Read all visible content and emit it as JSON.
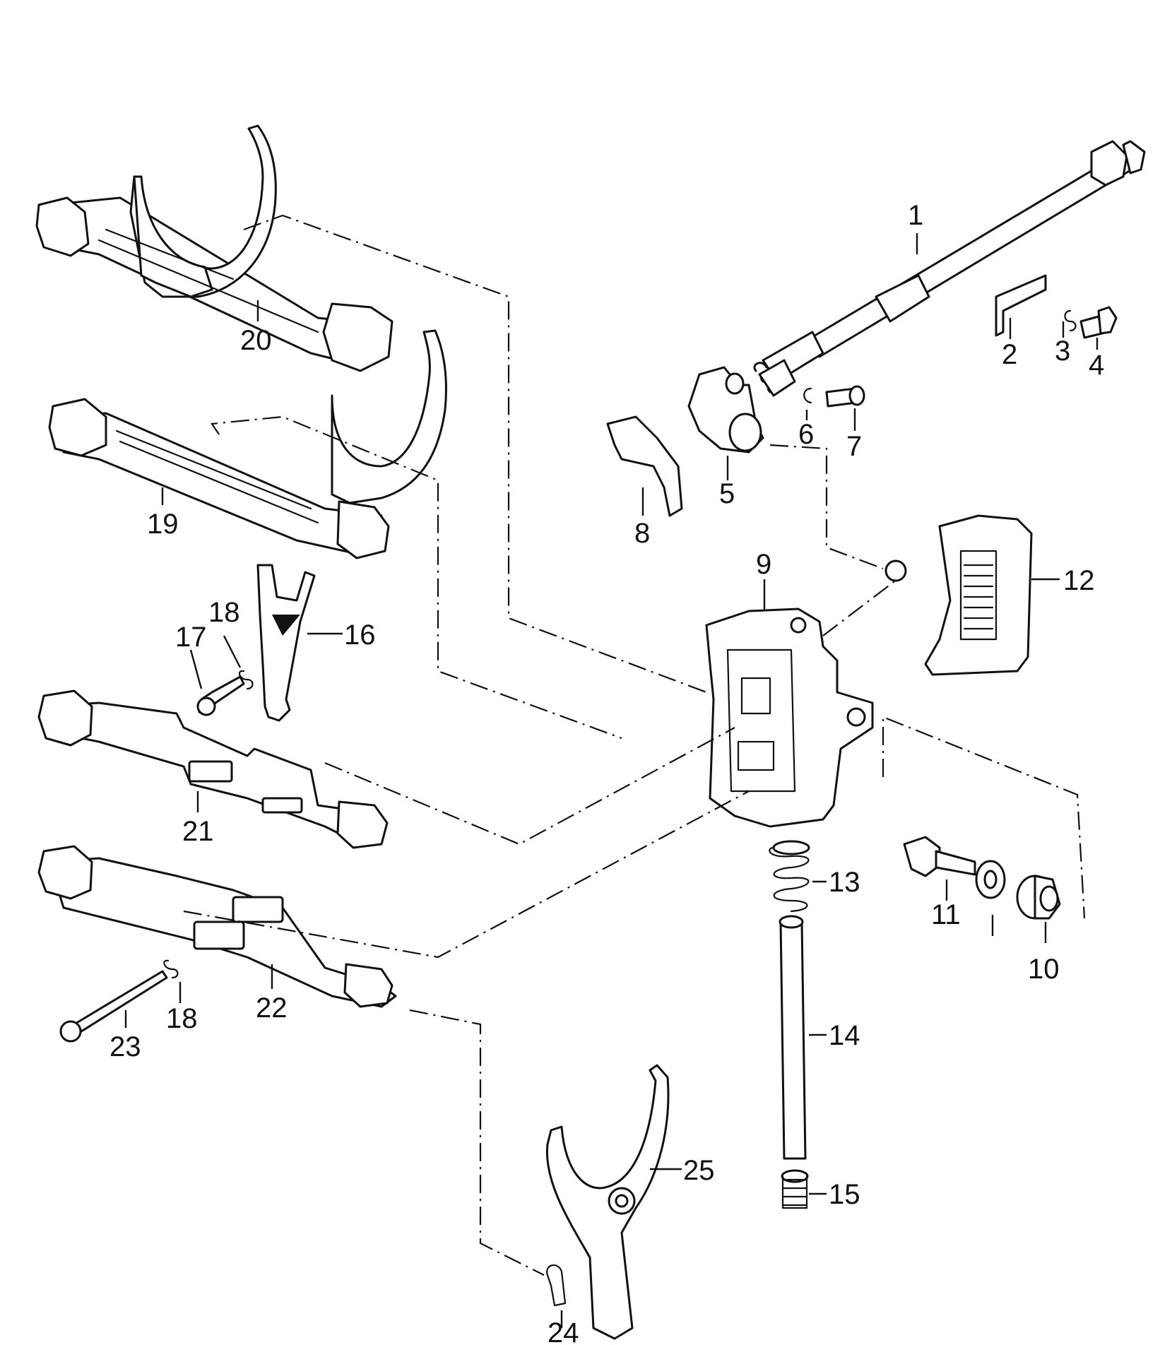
{
  "callouts": {
    "c1": "1",
    "c2": "2",
    "c3": "3",
    "c4": "4",
    "c5": "5",
    "c6": "6",
    "c7": "7",
    "c8": "8",
    "c9": "9",
    "c10": "10",
    "c11": "11",
    "c12": "12",
    "c13": "13",
    "c14": "14",
    "c15": "15",
    "c16": "16",
    "c17": "17",
    "c18a": "18",
    "c18b": "18",
    "c19": "19",
    "c20": "20",
    "c21": "21",
    "c22": "22",
    "c23": "23",
    "c24": "24",
    "c25": "25"
  }
}
